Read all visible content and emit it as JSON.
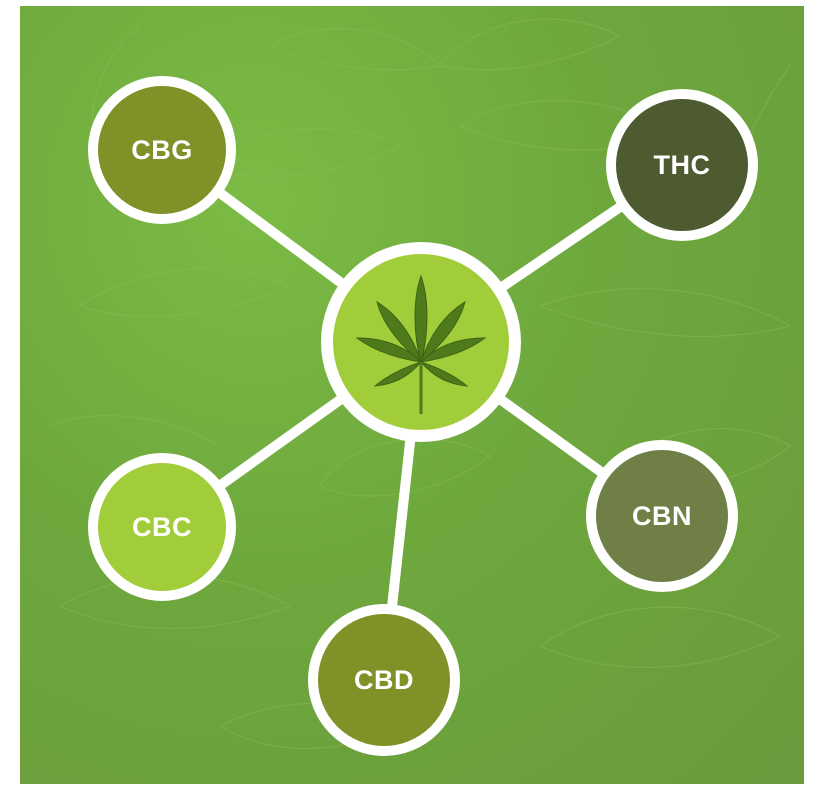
{
  "diagram": {
    "center": {
      "icon": "cannabis-leaf-icon",
      "color": "#a2cd3a"
    },
    "nodes": [
      {
        "id": "cbg",
        "label": "CBG",
        "color": "#7f9127"
      },
      {
        "id": "thc",
        "label": "THC",
        "color": "#4e5a30"
      },
      {
        "id": "cbc",
        "label": "CBC",
        "color": "#a2cd3a"
      },
      {
        "id": "cbd",
        "label": "CBD",
        "color": "#7f9127"
      },
      {
        "id": "cbn",
        "label": "CBN",
        "color": "#6f7f45"
      }
    ],
    "connector_color": "#ffffff"
  }
}
